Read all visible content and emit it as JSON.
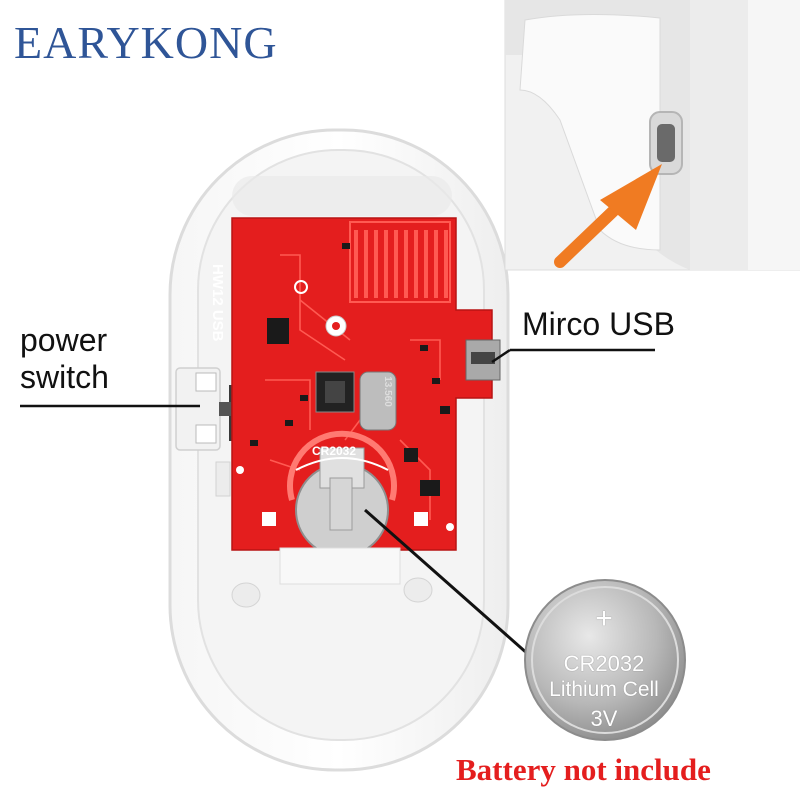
{
  "brand": {
    "logo_text": "EARYKONG",
    "color": "#2f5597"
  },
  "callouts": {
    "power_switch_line1": "power",
    "power_switch_line2": "switch",
    "micro_usb": "Mirco USB"
  },
  "pcb": {
    "model": "HW12 USB",
    "battery_slot": "CR2032",
    "chip": "13.560",
    "color": "#e41e1e"
  },
  "battery": {
    "plus": "+",
    "model": "CR2032",
    "type": "Lithium Cell",
    "voltage": "3V"
  },
  "notice": {
    "text": "Battery not include",
    "color": "#e41e1e"
  }
}
